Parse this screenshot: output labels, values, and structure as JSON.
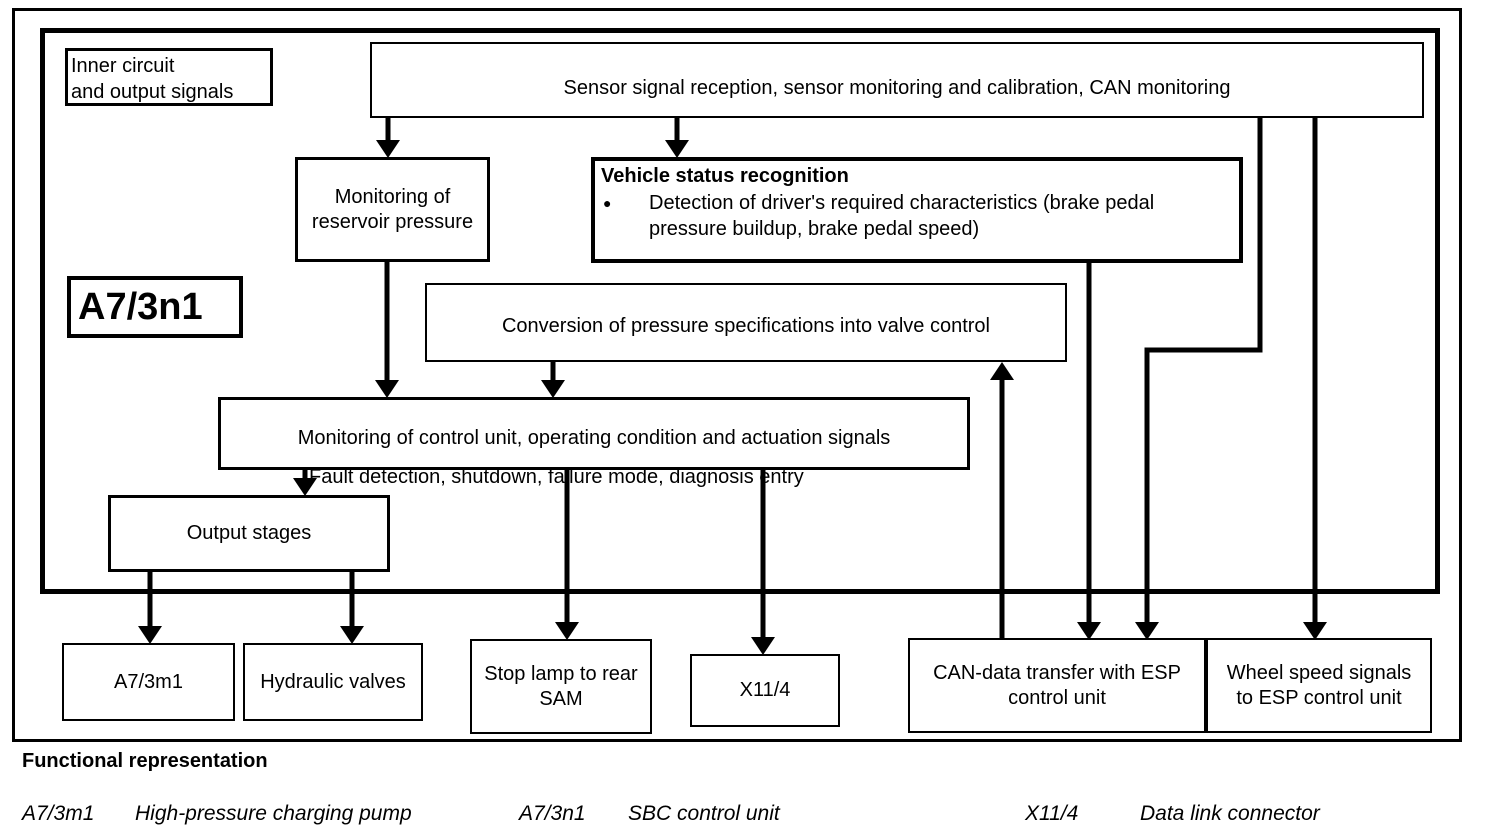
{
  "frame": {
    "label_line1": "Inner circuit",
    "label_line2": "and output signals"
  },
  "unit_label": "A7/3n1",
  "boxes": {
    "sensor": "Sensor signal reception, sensor monitoring and calibration, CAN monitoring",
    "reservoir": "Monitoring of reservoir pressure",
    "vehicle_title": "Vehicle status recognition",
    "vehicle_bullet_marker": "●",
    "vehicle_bullet": "Detection of driver's required characteristics (brake pedal pressure buildup, brake pedal speed)",
    "conversion": "Conversion of pressure specifications into valve control",
    "monitoring": "Monitoring of control unit, operating condition and actuation signals",
    "fault_note": "Fault detection, shutdown, failure mode, diagnosis entry",
    "output_stages": "Output stages",
    "a7_3m1": "A7/3m1",
    "hydraulic": "Hydraulic valves",
    "stop_lamp": "Stop lamp to rear SAM",
    "x11_4": "X11/4",
    "can_data": "CAN-data transfer with ESP control unit",
    "wheel_speed": "Wheel speed signals to ESP control unit"
  },
  "caption": "Functional representation",
  "legend": [
    {
      "code": "A7/3m1",
      "desc": "High-pressure charging pump"
    },
    {
      "code": "A7/3n1",
      "desc": "SBC control unit"
    },
    {
      "code": "X11/4",
      "desc": "Data link connector"
    }
  ],
  "colors": {
    "line": "#000000",
    "background": "#ffffff"
  }
}
